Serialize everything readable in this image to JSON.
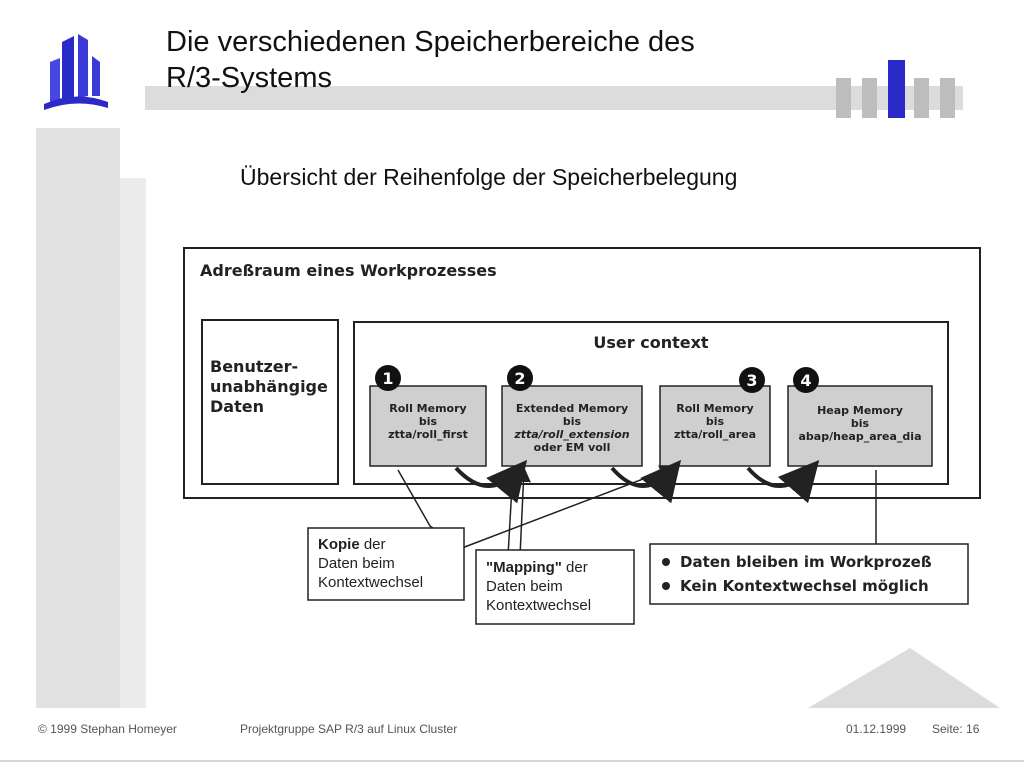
{
  "slide": {
    "title_line1": "Die verschiedenen Speicherbereiche des",
    "title_line2": "R/3-Systems",
    "subtitle": "Übersicht der Reihenfolge der Speicherbelegung"
  },
  "diagram": {
    "outer_label": "Adreßraum eines Workprozesses",
    "user_data": [
      "Benutzer-",
      "unabhängige",
      "Daten"
    ],
    "user_context_label": "User context",
    "steps": [
      {
        "num": "1",
        "lines": [
          "Roll Memory",
          "bis",
          "ztta/roll_first"
        ]
      },
      {
        "num": "2",
        "lines": [
          "Extended Memory",
          "bis",
          "ztta/roll_extension",
          "oder EM voll"
        ]
      },
      {
        "num": "3",
        "lines": [
          "Roll Memory",
          "bis",
          "ztta/roll_area"
        ]
      },
      {
        "num": "4",
        "lines": [
          "Heap Memory",
          "bis",
          "abap/heap_area_dia"
        ]
      }
    ],
    "kopie": {
      "bold": "Kopie",
      "rest": " der",
      "line2": "Daten beim",
      "line3": "Kontextwechsel"
    },
    "mapping": {
      "bold": "\"Mapping\"",
      "rest": " der",
      "line2": "Daten beim",
      "line3": "Kontextwechsel"
    },
    "bullets": [
      "Daten bleiben im Workprozeß",
      "Kein Kontextwechsel möglich"
    ]
  },
  "footer": {
    "copyright": "© 1999 Stephan Homeyer",
    "project": "Projektgruppe SAP R/3 auf Linux Cluster",
    "date": "01.12.1999",
    "page": "Seite: 16"
  },
  "colors": {
    "accent": "#2a2ac8",
    "band": "#dcdcdc",
    "box_fill": "#cfcfcf"
  }
}
